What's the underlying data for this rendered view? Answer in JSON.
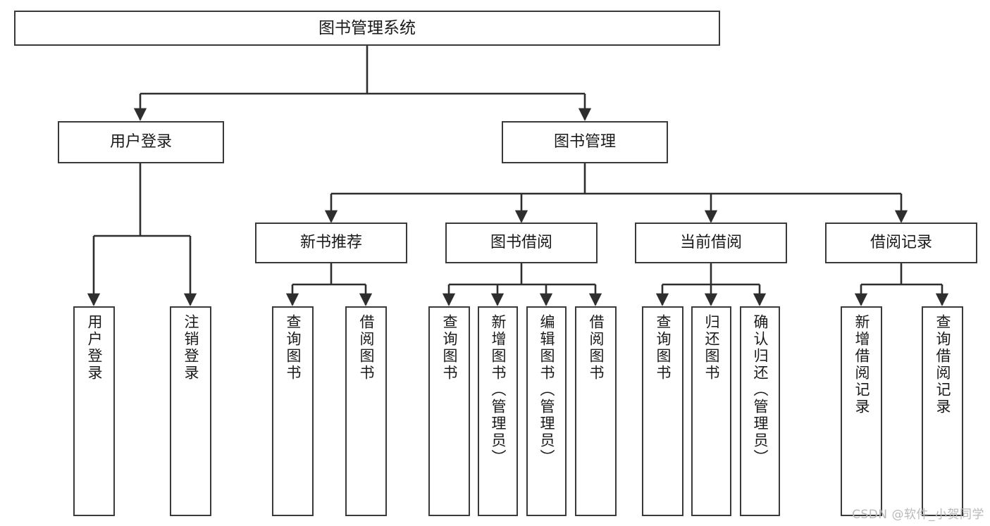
{
  "diagram": {
    "title": "图书管理系统",
    "type": "tree",
    "watermark": "CSDN @软件_小贺同学",
    "colors": {
      "box_border": "#3a3a3a",
      "box_fill": "#ffffff",
      "edge": "#2e2e2e",
      "text": "#1a1a1a",
      "watermark": "#b9b9b9",
      "background": "#ffffff"
    },
    "nodes": {
      "root": {
        "label": "图书管理系统",
        "orientation": "horizontal",
        "level": 0
      },
      "l1": [
        {
          "id": "user_login",
          "label": "用户登录",
          "orientation": "horizontal",
          "level": 1
        },
        {
          "id": "book_manage",
          "label": "图书管理",
          "orientation": "horizontal",
          "level": 1
        }
      ],
      "l2": [
        {
          "id": "new_book_rec",
          "label": "新书推荐",
          "orientation": "horizontal",
          "level": 2,
          "parent": "book_manage"
        },
        {
          "id": "book_borrow",
          "label": "图书借阅",
          "orientation": "horizontal",
          "level": 2,
          "parent": "book_manage"
        },
        {
          "id": "current_borrow",
          "label": "当前借阅",
          "orientation": "horizontal",
          "level": 2,
          "parent": "book_manage"
        },
        {
          "id": "borrow_record",
          "label": "借阅记录",
          "orientation": "horizontal",
          "level": 2,
          "parent": "book_manage"
        }
      ],
      "leaves": [
        {
          "id": "leaf_user_login",
          "label": "用户登录",
          "orientation": "vertical",
          "parent": "user_login"
        },
        {
          "id": "leaf_user_logout",
          "label": "注销登录",
          "orientation": "vertical",
          "parent": "user_login"
        },
        {
          "id": "leaf_query_book_1",
          "label": "查询图书",
          "orientation": "vertical",
          "parent": "new_book_rec"
        },
        {
          "id": "leaf_borrow_book_1",
          "label": "借阅图书",
          "orientation": "vertical",
          "parent": "new_book_rec"
        },
        {
          "id": "leaf_query_book_2",
          "label": "查询图书",
          "orientation": "vertical",
          "parent": "book_borrow"
        },
        {
          "id": "leaf_add_book",
          "label": "新增图书（管理员）",
          "orientation": "vertical",
          "parent": "book_borrow"
        },
        {
          "id": "leaf_edit_book",
          "label": "编辑图书（管理员）",
          "orientation": "vertical",
          "parent": "book_borrow"
        },
        {
          "id": "leaf_borrow_book_2",
          "label": "借阅图书",
          "orientation": "vertical",
          "parent": "book_borrow"
        },
        {
          "id": "leaf_query_book_3",
          "label": "查询图书",
          "orientation": "vertical",
          "parent": "current_borrow"
        },
        {
          "id": "leaf_return_book",
          "label": "归还图书",
          "orientation": "vertical",
          "parent": "current_borrow"
        },
        {
          "id": "leaf_confirm_return",
          "label": "确认归还（管理员）",
          "orientation": "vertical",
          "parent": "current_borrow"
        },
        {
          "id": "leaf_add_record",
          "label": "新增借阅记录",
          "orientation": "vertical",
          "parent": "borrow_record"
        },
        {
          "id": "leaf_query_record",
          "label": "查询借阅记录",
          "orientation": "vertical",
          "parent": "borrow_record"
        }
      ]
    }
  }
}
